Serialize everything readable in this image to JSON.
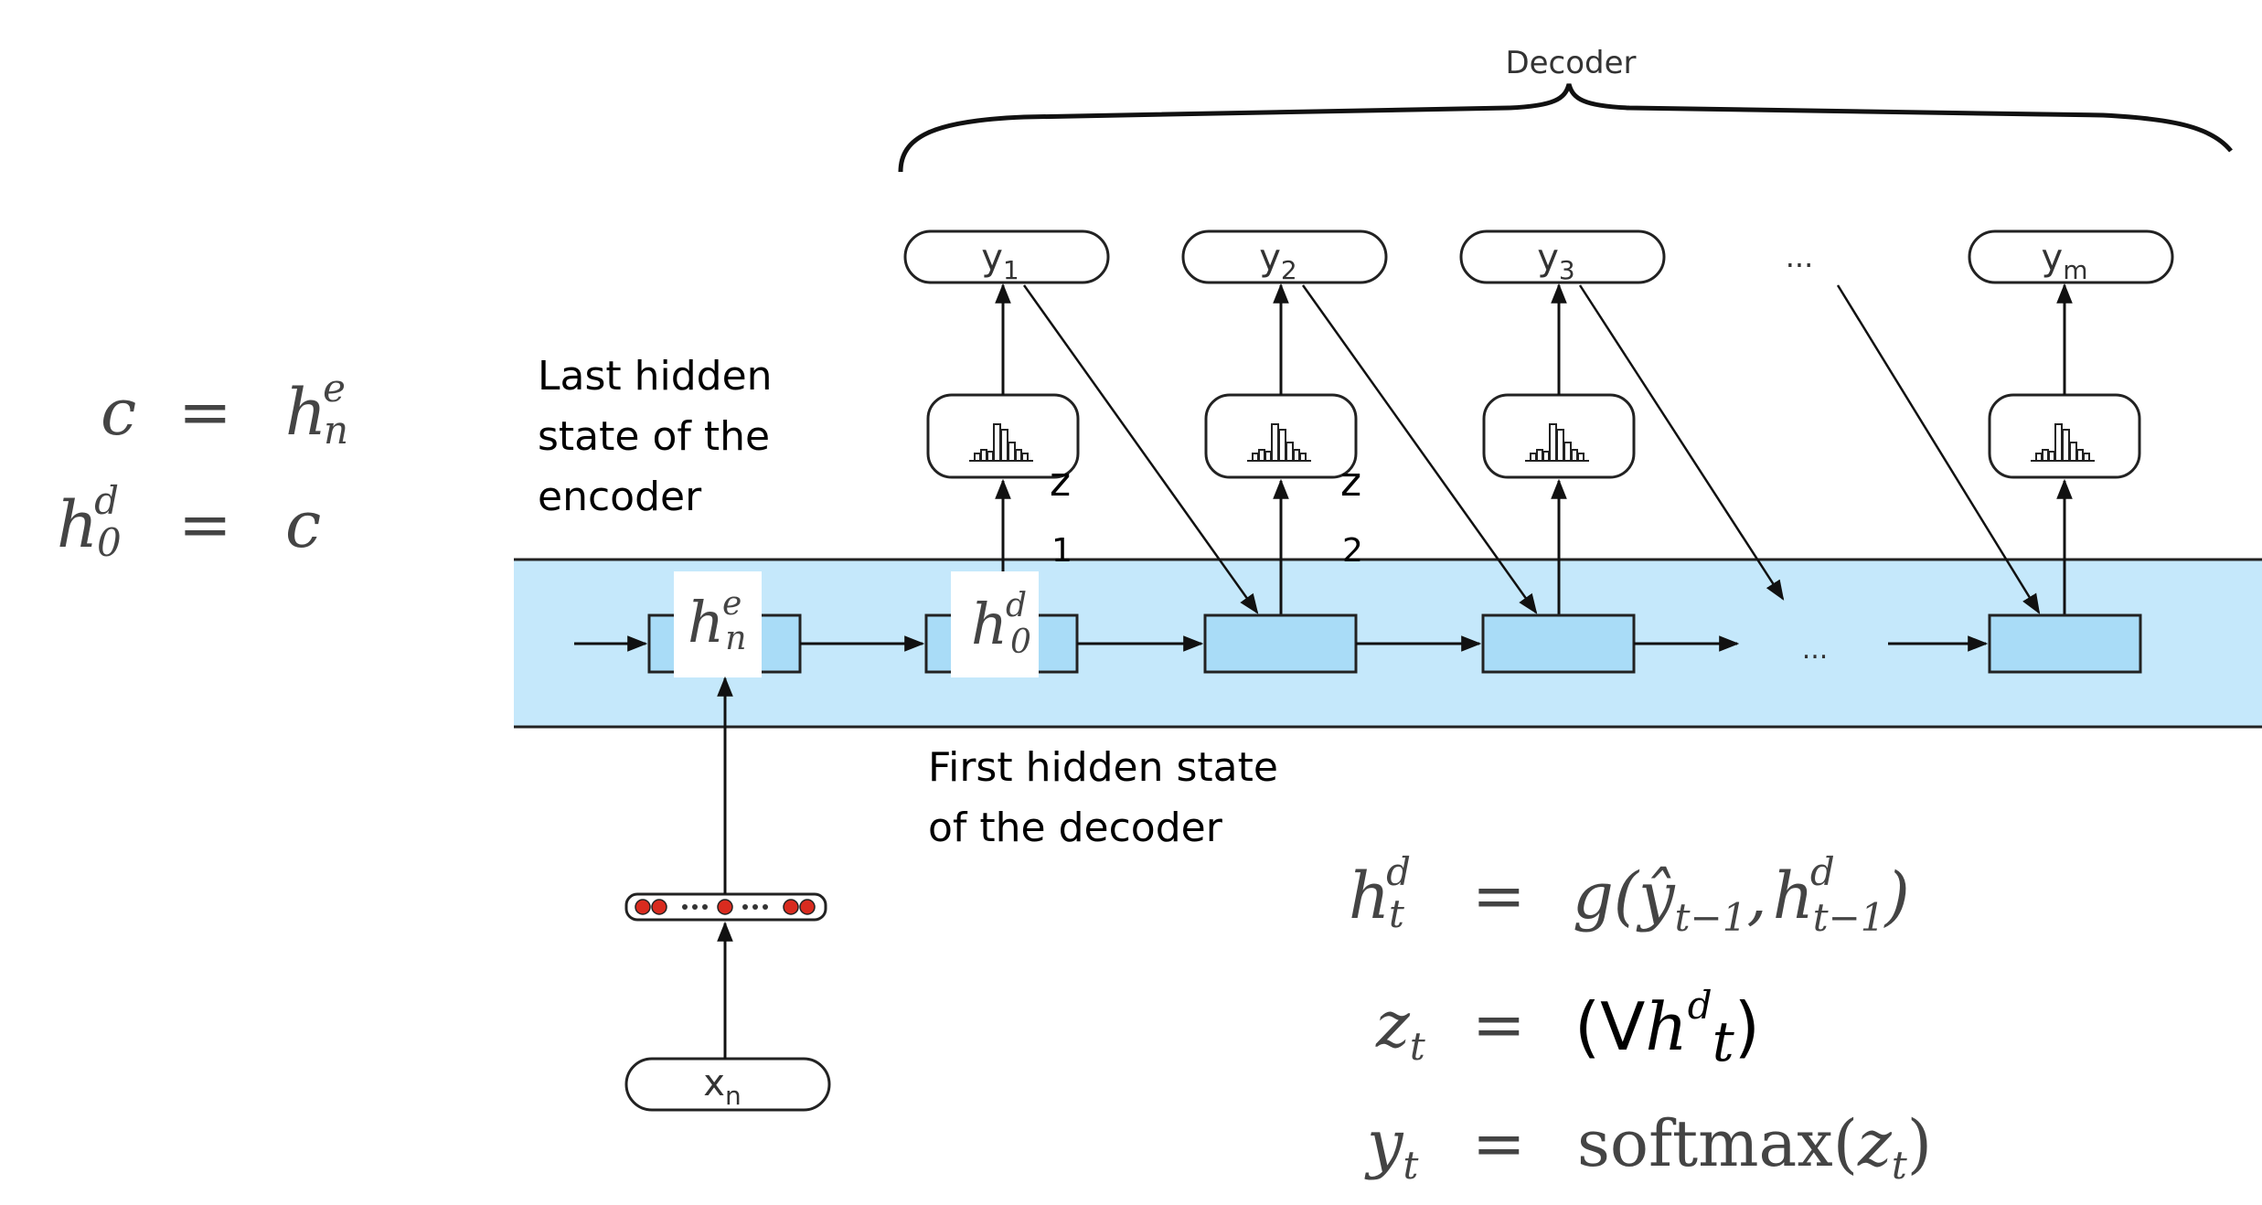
{
  "diagram": {
    "brace_label": "Decoder",
    "outputs": [
      "y",
      "y",
      "y",
      "y"
    ],
    "output_subscripts": [
      "1",
      "2",
      "3",
      "m"
    ],
    "ellipsis": "...",
    "input_label": "x",
    "input_subscript": "n",
    "z_labels": [
      {
        "letter": "z",
        "index": "1"
      },
      {
        "letter": "z",
        "index": "2"
      }
    ],
    "encoder_state": {
      "base": "h",
      "sup": "e",
      "sub": "n"
    },
    "decoder_state": {
      "base": "h",
      "sup": "d",
      "sub": "0"
    },
    "annotation_encoder": [
      "Last hidden",
      "state of the",
      "encoder"
    ],
    "annotation_decoder": [
      "First hidden state",
      "of the decoder"
    ]
  },
  "equations_left": {
    "line1": {
      "lhs": "c",
      "eq": "=",
      "rhs_base": "h",
      "rhs_sup": "e",
      "rhs_sub": "n"
    },
    "line2": {
      "lhs_base": "h",
      "lhs_sup": "d",
      "lhs_sub": "0",
      "eq": "=",
      "rhs": "c"
    }
  },
  "equations_right": {
    "line1": {
      "lhs_base": "h",
      "lhs_sup": "d",
      "lhs_sub": "t",
      "eq": "=",
      "rhs_g": "g(",
      "rhs_yhat": "ŷ",
      "rhs_yhat_sub": "t−1",
      "rhs_comma": ",",
      "rhs_h": "h",
      "rhs_h_sup": "d",
      "rhs_h_sub": "t−1",
      "rhs_close": ")"
    },
    "line2": {
      "lhs_base": "z",
      "lhs_sub": "t",
      "eq": "=",
      "rhs_open": "(V",
      "rhs_h": "h",
      "rhs_sup": "d",
      "rhs_sub": "t",
      "rhs_close": ")"
    },
    "line3": {
      "lhs_base": "y",
      "lhs_sub": "t",
      "eq": "=",
      "rhs_fn": "softmax(",
      "rhs_z": "z",
      "rhs_z_sub": "t",
      "rhs_close": ")"
    }
  },
  "colors": {
    "band_fill": "#c5e8fb",
    "cell_fill": "#a9dcf7",
    "stroke": "#222222",
    "dot_red": "#d92b1f",
    "text": "#000000",
    "math_gray": "#444444"
  }
}
